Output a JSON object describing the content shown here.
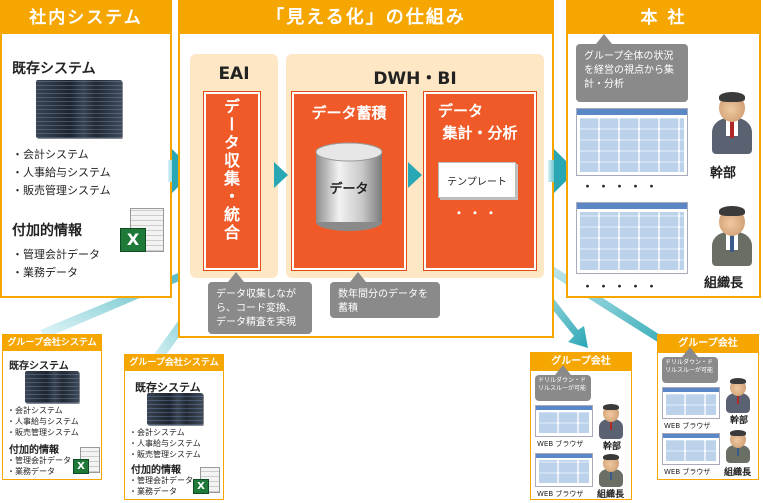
{
  "internal": {
    "header": "社内システム",
    "legacy_title": "既存システム",
    "legacy_items": [
      "会計システム",
      "人事給与システム",
      "販売管理システム"
    ],
    "additional_title": "付加的情報",
    "additional_items": [
      "管理会計データ",
      "業務データ"
    ]
  },
  "mechanism": {
    "header": "「見える化」の仕組み",
    "eai_title": "EAI",
    "eai_column": "データ収集・統合",
    "dwh_title": "DWH・BI",
    "store_column": "データ蓄積",
    "db_label": "データ",
    "analysis_column_line1": "データ",
    "analysis_column_line2": "集計・分析",
    "template_label": "テンプレート",
    "template_dots": "・・・",
    "callout_eai": "データ収集しながら、コード変換、データ精査を実現",
    "callout_dwh": "数年間分のデータを蓄積"
  },
  "hq": {
    "header": "本 社",
    "note": "グループ全体の状況を経営の視点から集計・分析",
    "executives_label": "幹部",
    "managers_label": "組織長",
    "dots": "・・・・・"
  },
  "group_systems": [
    {
      "header": "グループ会社システム",
      "legacy_title": "既存システム",
      "legacy_items": [
        "会計システム",
        "人事給与システム",
        "販売管理システム"
      ],
      "additional_title": "付加的情報",
      "additional_items": [
        "管理会計データ",
        "業務データ"
      ]
    },
    {
      "header": "グループ会社システム",
      "legacy_title": "既存システム",
      "legacy_items": [
        "会計システム",
        "人事給与システム",
        "販売管理システム"
      ],
      "additional_title": "付加的情報",
      "additional_items": [
        "管理会計データ",
        "業務データ"
      ]
    }
  ],
  "group_companies": [
    {
      "header": "グループ会社",
      "note": "ドリルダウン・ドリルスルーが可能",
      "browser_label": "WEB ブラウザ",
      "executives_label": "幹部",
      "managers_label": "組織長"
    },
    {
      "header": "グループ会社",
      "note": "ドリルダウン・ドリルスルーが可能",
      "browser_label": "WEB ブラウザ",
      "executives_label": "幹部",
      "managers_label": "組織長"
    }
  ],
  "colors": {
    "orange_header": "#f6a600",
    "orange_column": "#f05a28",
    "teal_arrow": "#2aa7b5",
    "callout_gray": "#8a8a8a"
  },
  "icons": [
    "server-icon",
    "excel-icon",
    "database-icon",
    "document-icon",
    "monitor-icon",
    "person-icon",
    "arrow-icon"
  ]
}
